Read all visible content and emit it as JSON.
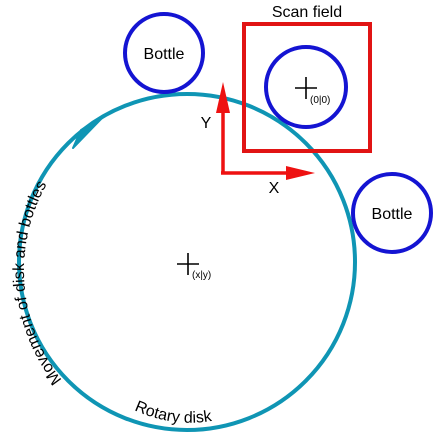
{
  "diagram": {
    "scan_field_label": "Scan field",
    "bottle_top_label": "Bottle",
    "bottle_right_label": "Bottle",
    "axis_y_label": "Y",
    "axis_x_label": "X",
    "origin_label": "(0|0)",
    "center_label": "(x|y)",
    "disk_label": "Rotary disk",
    "movement_label": "Movement of disk and bottles"
  },
  "colors": {
    "disk": "#0f95b4",
    "bottle": "#1414d2",
    "scan_field": "#e11414",
    "axes": "#ee1111",
    "text": "#000000"
  },
  "icons": {
    "crosshair": "crosshair-icon",
    "arrowhead": "arrowhead-icon"
  }
}
